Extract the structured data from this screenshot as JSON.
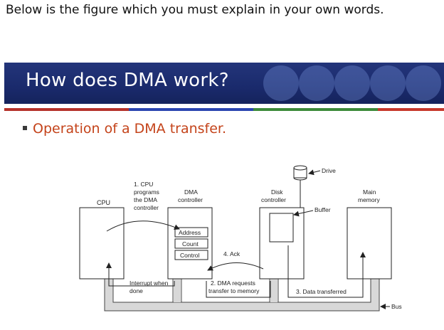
{
  "instruction": "Below is the figure which you must explain in your own words.",
  "slide": {
    "title": "How does DMA work?",
    "bullet": "Operation of a DMA transfer."
  },
  "diagram": {
    "cpu": "CPU",
    "dma_l1": "DMA",
    "dma_l2": "controller",
    "disk_l1": "Disk",
    "disk_l2": "controller",
    "mem_l1": "Main",
    "mem_l2": "memory",
    "step1_l1": "1. CPU",
    "step1_l2": "programs",
    "step1_l3": "the DMA",
    "step1_l4": "controller",
    "reg_address": "Address",
    "reg_count": "Count",
    "reg_control": "Control",
    "ack": "4. Ack",
    "drive": "Drive",
    "buffer": "Buffer",
    "interrupt_l1": "Interrupt when",
    "interrupt_l2": "done",
    "step2_l1": "2. DMA requests",
    "step2_l2": "transfer to memory",
    "step3": "3. Data transferred",
    "bus": "Bus"
  }
}
